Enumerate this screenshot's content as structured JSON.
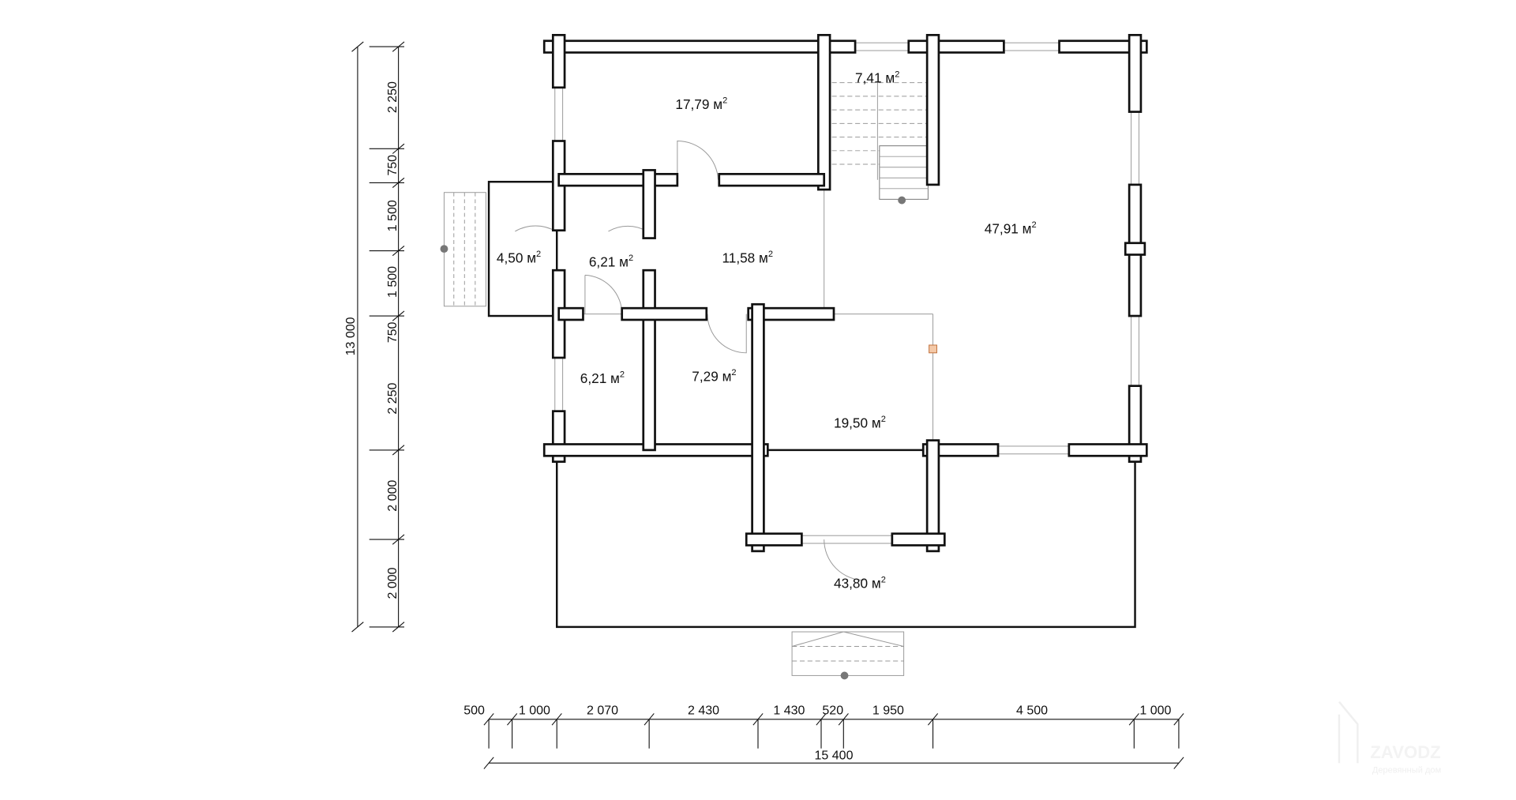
{
  "rooms": [
    {
      "area": "17,79 м",
      "sup": "2"
    },
    {
      "area": "7,41 м",
      "sup": "2"
    },
    {
      "area": "47,91 м",
      "sup": "2"
    },
    {
      "area": "4,50 м",
      "sup": "2"
    },
    {
      "area": "6,21 м",
      "sup": "2"
    },
    {
      "area": "11,58 м",
      "sup": "2"
    },
    {
      "area": "6,21 м",
      "sup": "2"
    },
    {
      "area": "7,29 м",
      "sup": "2"
    },
    {
      "area": "19,50 м",
      "sup": "2"
    },
    {
      "area": "43,80 м",
      "sup": "2"
    }
  ],
  "dims_vertical": [
    "2 250",
    "750",
    "1 500",
    "1 500",
    "750",
    "2 250",
    "2 000",
    "2 000"
  ],
  "dim_vertical_total": "13 000",
  "dims_horizontal": [
    "500",
    "1 000",
    "2 070",
    "2 430",
    "1 430",
    "520",
    "1 950",
    "4 500",
    "1 000"
  ],
  "dim_horizontal_total": "15 400",
  "watermark": {
    "brand": "ZAVODZ",
    "tagline": "Деревянный дом"
  }
}
